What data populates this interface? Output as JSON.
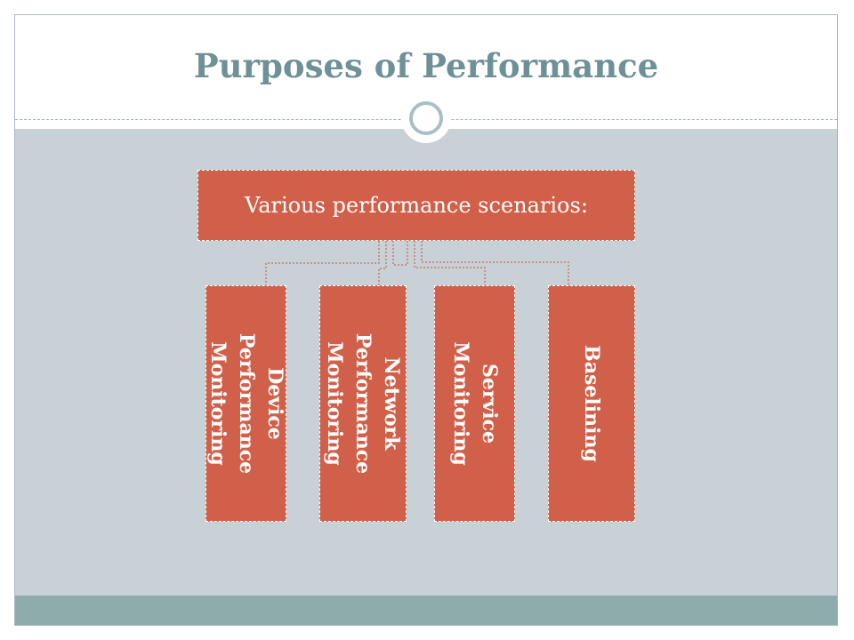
{
  "slide": {
    "title": "Purposes of Performance"
  },
  "diagram": {
    "root": "Various performance scenarios:",
    "children": [
      "Device\nPerformance\nMonitoring",
      "Network\nPerformance\nMonitoring",
      "Service\nMonitoring",
      "Baselining"
    ]
  },
  "colors": {
    "title": "#6e9197",
    "box_fill": "#d1604a",
    "content_band": "#c8d1d6",
    "footer_band": "#8eacac",
    "connector": "#c0504d"
  }
}
